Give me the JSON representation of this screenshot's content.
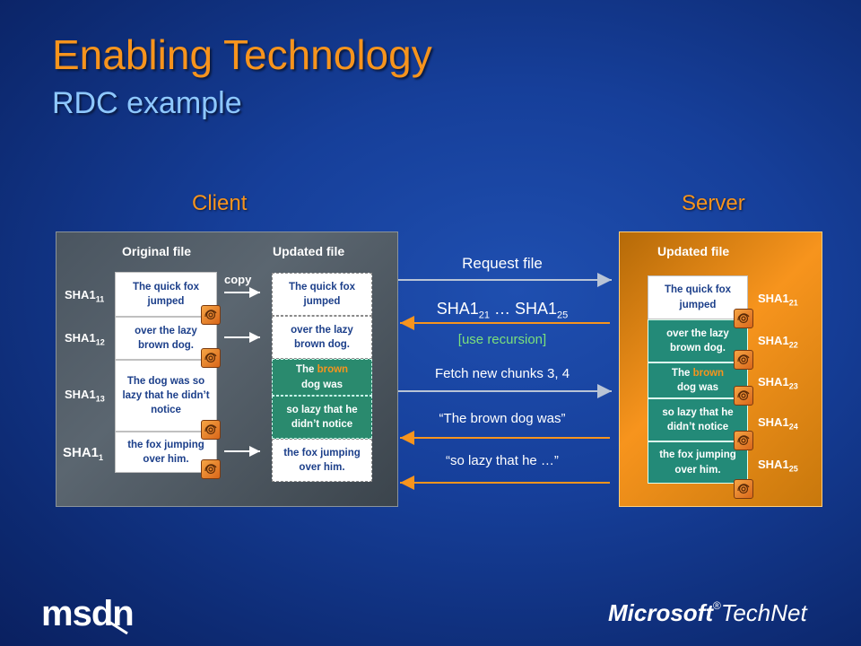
{
  "title": "Enabling Technology",
  "subtitle": "RDC example",
  "client_label": "Client",
  "server_label": "Server",
  "client": {
    "original_label": "Original file",
    "updated_label": "Updated file",
    "copy_label": "copy",
    "original_chunks": [
      "The quick fox jumped",
      "over the lazy brown dog.",
      "The dog was so lazy that he didn’t notice",
      "the fox jumping over him."
    ],
    "updated_chunks": [
      "The quick fox jumped",
      "over the lazy brown dog.",
      "dog was",
      "so lazy that he didn’t notice",
      "the fox jumping over him."
    ],
    "updated_chunk3_pre": "The",
    "updated_chunk3_hi": "brown",
    "sha_labels": [
      {
        "base": "SHA1",
        "sub": "11"
      },
      {
        "base": "SHA1",
        "sub": "12"
      },
      {
        "base": "SHA1",
        "sub": "13"
      },
      {
        "base": "SHA1",
        "sub": "1"
      }
    ]
  },
  "server": {
    "updated_label": "Updated file",
    "chunks": [
      "The quick fox jumped",
      "over the lazy brown dog.",
      "dog was",
      "so lazy that he didn’t notice",
      "the fox jumping over him."
    ],
    "chunk3_pre": "The",
    "chunk3_hi": "brown",
    "sha_labels": [
      {
        "base": "SHA1",
        "sub": "21"
      },
      {
        "base": "SHA1",
        "sub": "22"
      },
      {
        "base": "SHA1",
        "sub": "23"
      },
      {
        "base": "SHA1",
        "sub": "24"
      },
      {
        "base": "SHA1",
        "sub": "25"
      }
    ]
  },
  "messages": {
    "request": "Request file",
    "sha_range_a": "SHA1",
    "sha_range_a_sub": "21",
    "sha_range_sep": " … ",
    "sha_range_b": "SHA1",
    "sha_range_b_sub": "25",
    "recursion": "[use recursion]",
    "fetch": "Fetch new chunks 3, 4",
    "reply1": "“The brown dog was”",
    "reply2": "“so lazy that he …”"
  },
  "footer": {
    "left_logo": "msdn",
    "right_logo_a": "Microsoft",
    "right_logo_b": "TechNet"
  },
  "colors": {
    "accent": "#f7941d",
    "arrow_gray": "#b8c4d6",
    "arrow_orange": "#f7941d",
    "green_text": "#7be07b"
  }
}
